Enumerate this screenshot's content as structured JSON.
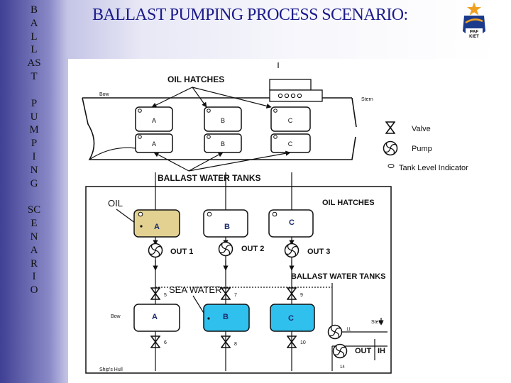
{
  "sidebar": {
    "letters": [
      "B",
      "A",
      "L",
      "L",
      "AS",
      "T",
      "P",
      "U",
      "M",
      "P",
      "I",
      "N",
      "G",
      "SC",
      "E",
      "N",
      "A",
      "R",
      "I",
      "O"
    ]
  },
  "header": {
    "title": "BALLAST PUMPING PROCESS SCENARIO:",
    "logo_top": "PAF",
    "logo_bottom": "KIET"
  },
  "colors": {
    "title": "#1b1b8a",
    "oil": "#e3d192",
    "sea_water": "#30c0ee"
  },
  "ship": {
    "oil_hatches_label": "OIL HATCHES",
    "bow": "Bow",
    "stern": "Stern",
    "top_tanks": [
      "A",
      "B",
      "C"
    ],
    "bottom_tanks": [
      "A",
      "B",
      "C"
    ],
    "ballast_label": "BALLAST WATER TANKS"
  },
  "legend": {
    "valve": "Valve",
    "pump": "Pump",
    "level": "Tank Level Indicator"
  },
  "schematic": {
    "oil_label": "OIL",
    "oil_hatches_label": "OIL HATCHES",
    "top_tanks": [
      "A",
      "B",
      "C"
    ],
    "outs": [
      "OUT 1",
      "OUT 2",
      "OUT 3"
    ],
    "ballast_label": "BALLAST WATER TANKS",
    "sea_water_label": "SEA WATER",
    "bottom_tanks": [
      "A",
      "B",
      "C"
    ],
    "bow": "Bow",
    "stern": "Stern",
    "hull": "Ship's Hull",
    "valve_numbers": [
      "5",
      "7",
      "9",
      "6",
      "8",
      "10"
    ],
    "pump_numbers": [
      "11",
      "14"
    ],
    "out_label": "OUT",
    "ih_label": "IH"
  }
}
